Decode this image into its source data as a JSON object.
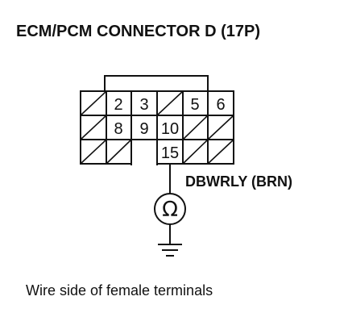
{
  "title": "ECM/PCM CONNECTOR D (17P)",
  "caption": "Wire side of female terminals",
  "connector": {
    "pins": [
      "2",
      "3",
      "5",
      "6",
      "8",
      "9",
      "10",
      "15"
    ]
  },
  "wire_label": "DBWRLY (BRN)",
  "meter_symbol": "Ω",
  "icons": [
    "ohmmeter-icon",
    "ground-icon"
  ]
}
